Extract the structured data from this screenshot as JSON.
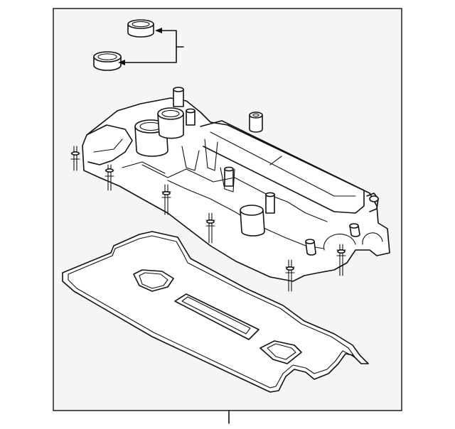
{
  "figure": {
    "caption": "",
    "background": "#ffffff",
    "panel_fill": "#f5f5f5",
    "line_color": "#111111"
  },
  "parts": [
    {
      "id": "seal-upper",
      "name": "",
      "icon": "ring-seal"
    },
    {
      "id": "seal-lower",
      "name": "",
      "icon": "ring-seal"
    },
    {
      "id": "valve-cover",
      "name": "",
      "icon": "valve-cover"
    },
    {
      "id": "oil-cap-plug",
      "name": "",
      "icon": "plug"
    },
    {
      "id": "gasket",
      "name": "",
      "icon": "gasket"
    }
  ]
}
